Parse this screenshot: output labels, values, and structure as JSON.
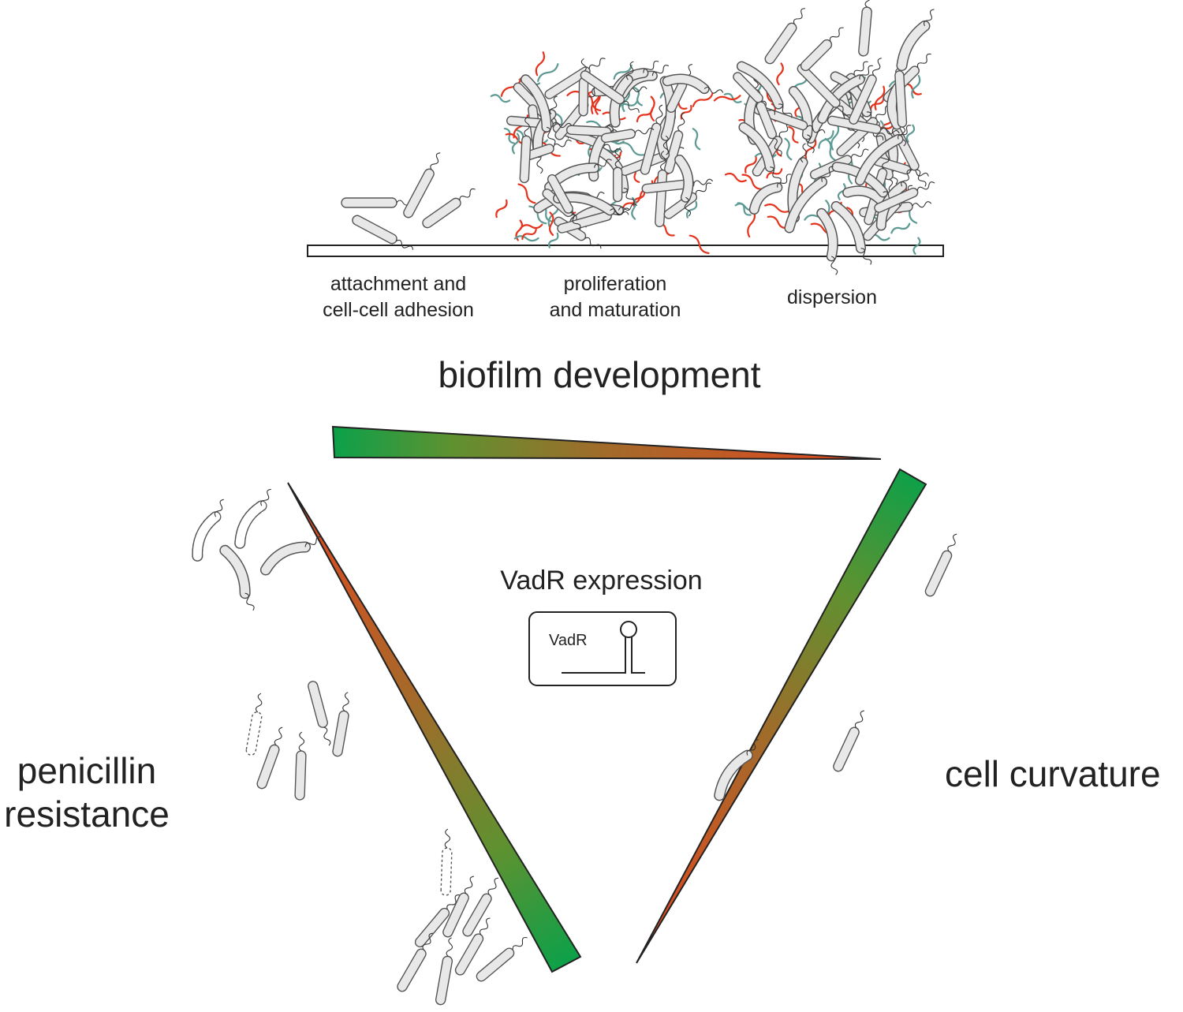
{
  "stages": [
    {
      "label_line1": "attachment and",
      "label_line2": "cell-cell adhesion"
    },
    {
      "label_line1": "proliferation",
      "label_line2": "and maturation"
    },
    {
      "label_line1": "dispersion",
      "label_line2": ""
    }
  ],
  "titles": {
    "biofilm": "biofilm development",
    "expression": "VadR expression",
    "gene": "VadR",
    "penicillin_line1": "penicillin",
    "penicillin_line2": "resistance",
    "curvature": "cell curvature"
  },
  "colors": {
    "gradient_high": "#0aa14a",
    "gradient_mid": "#a36a2a",
    "gradient_low": "#e8451e",
    "cell_fill": "#e8e8e8",
    "cell_stroke": "#555555",
    "matrix_red": "#e5341e",
    "matrix_teal": "#5e9a94"
  }
}
